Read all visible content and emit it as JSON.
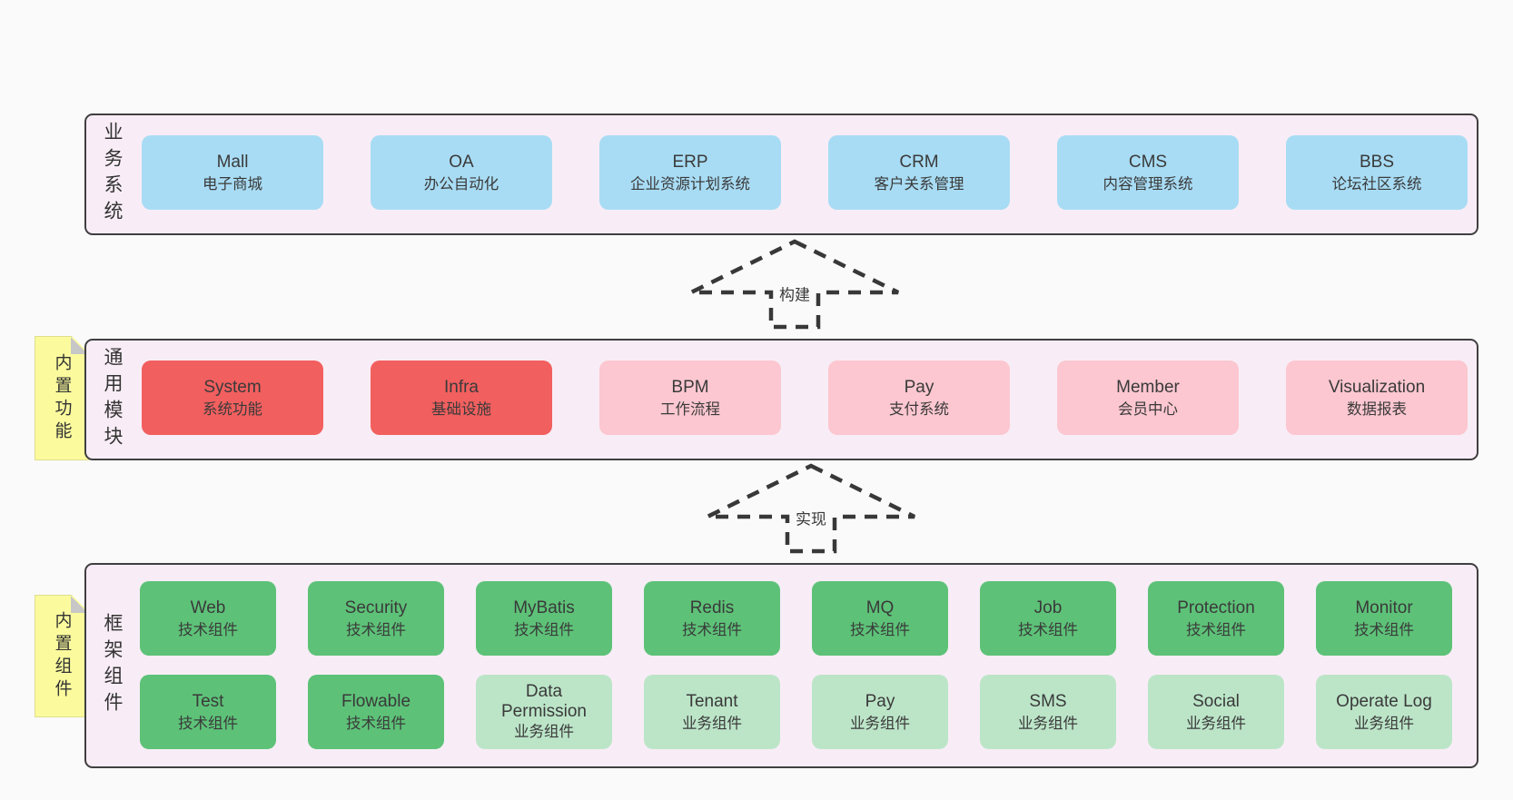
{
  "colors": {
    "page_background": "#fafafa",
    "layer_background": "#f8edf6",
    "layer_border": "#3f3f3f",
    "business_box": "#a8dcf4",
    "core_module_box": "#f25f5f",
    "optional_module_box": "#fcc7d0",
    "tech_component_box": "#5dc278",
    "biz_component_box": "#bce5c8",
    "sticky_note": "#fbfb9e"
  },
  "arrows": {
    "build_label": "构建",
    "implement_label": "实现"
  },
  "layers": {
    "business": {
      "label": "业务系统",
      "boxes": [
        {
          "title": "Mall",
          "subtitle": "电子商城"
        },
        {
          "title": "OA",
          "subtitle": "办公自动化"
        },
        {
          "title": "ERP",
          "subtitle": "企业资源计划系统"
        },
        {
          "title": "CRM",
          "subtitle": "客户关系管理"
        },
        {
          "title": "CMS",
          "subtitle": "内容管理系统"
        },
        {
          "title": "BBS",
          "subtitle": "论坛社区系统"
        }
      ]
    },
    "common": {
      "label": "通用模块",
      "note": "内置功能",
      "boxes": [
        {
          "title": "System",
          "subtitle": "系统功能"
        },
        {
          "title": "Infra",
          "subtitle": "基础设施"
        },
        {
          "title": "BPM",
          "subtitle": "工作流程"
        },
        {
          "title": "Pay",
          "subtitle": "支付系统"
        },
        {
          "title": "Member",
          "subtitle": "会员中心"
        },
        {
          "title": "Visualization",
          "subtitle": "数据报表"
        }
      ]
    },
    "framework": {
      "label": "框架组件",
      "note": "内置组件",
      "row1": [
        {
          "title": "Web",
          "subtitle": "技术组件"
        },
        {
          "title": "Security",
          "subtitle": "技术组件"
        },
        {
          "title": "MyBatis",
          "subtitle": "技术组件"
        },
        {
          "title": "Redis",
          "subtitle": "技术组件"
        },
        {
          "title": "MQ",
          "subtitle": "技术组件"
        },
        {
          "title": "Job",
          "subtitle": "技术组件"
        },
        {
          "title": "Protection",
          "subtitle": "技术组件"
        },
        {
          "title": "Monitor",
          "subtitle": "技术组件"
        }
      ],
      "row2": [
        {
          "title": "Test",
          "subtitle": "技术组件"
        },
        {
          "title": "Flowable",
          "subtitle": "技术组件"
        },
        {
          "title": "Data Permission",
          "subtitle": "业务组件"
        },
        {
          "title": "Tenant",
          "subtitle": "业务组件"
        },
        {
          "title": "Pay",
          "subtitle": "业务组件"
        },
        {
          "title": "SMS",
          "subtitle": "业务组件"
        },
        {
          "title": "Social",
          "subtitle": "业务组件"
        },
        {
          "title": "Operate Log",
          "subtitle": "业务组件"
        }
      ]
    }
  }
}
